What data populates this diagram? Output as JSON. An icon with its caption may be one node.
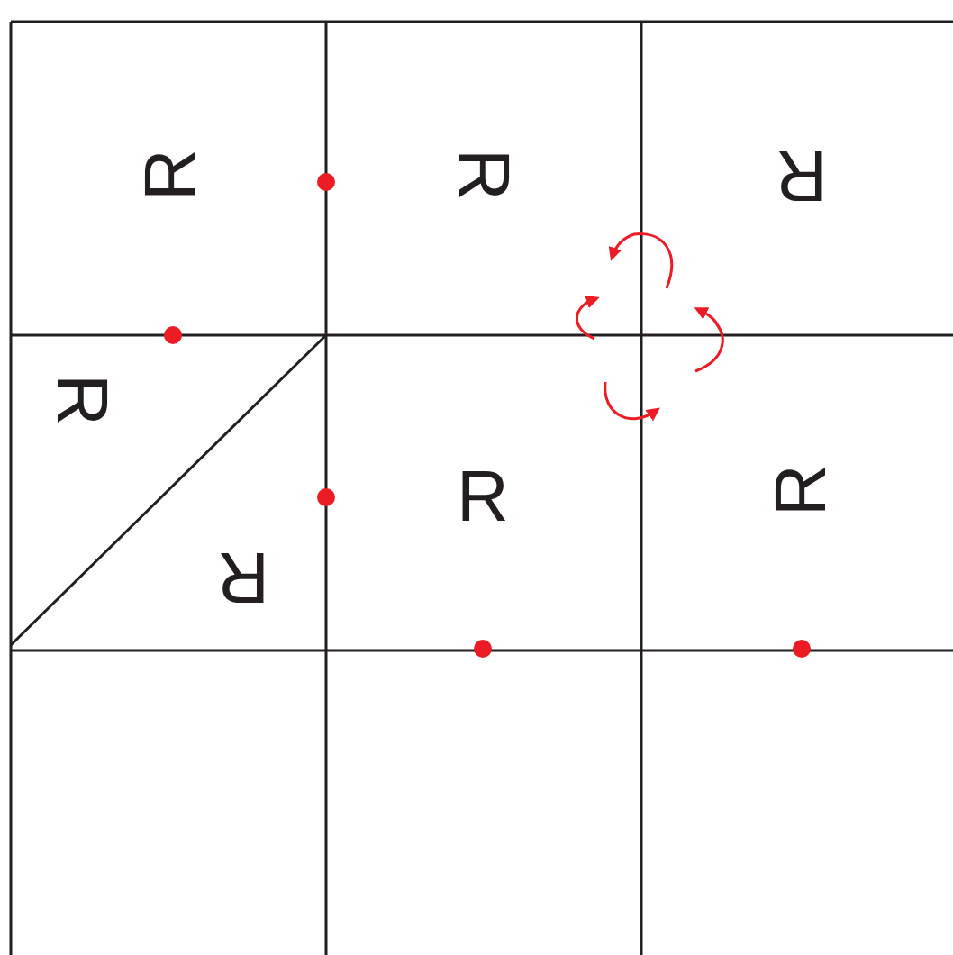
{
  "diagram": {
    "labels": [
      "R",
      "R",
      "R",
      "R",
      "R",
      "R",
      "R"
    ]
  }
}
